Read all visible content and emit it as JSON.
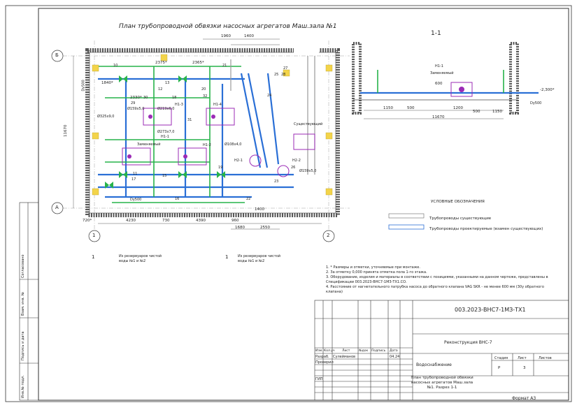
{
  "drawing": {
    "plan_title": "План трубопроводной обвязки насосных агрегатов Маш.зала №1",
    "section_title": "1-1",
    "axes": {
      "a": "А",
      "b": "Б",
      "one": "1",
      "two": "2"
    },
    "cut_marks": [
      "1",
      "1"
    ],
    "pumps": [
      "Н1-1",
      "Н1-2",
      "Н1-3",
      "Н1-4",
      "Н2-1",
      "Н2-2"
    ],
    "pump_replaced": "Заменяемый",
    "existing_label": "Существующий",
    "reservoir_note": "Из резервуаров чистой воды №1 и №2",
    "pipes": [
      "Ø325х9,0",
      "Ø219х6,0",
      "Ø159х5,0",
      "Ø273х7,0",
      "Ø108х4,0",
      "Dy500"
    ],
    "dims_top": [
      "1960",
      "1400",
      "1840*",
      "2375*",
      "2365*",
      "2330*"
    ],
    "dims_bottom": [
      "720*",
      "4230",
      "730",
      "4390",
      "960",
      "1680",
      "2550",
      "1400"
    ],
    "dim_left": "11670",
    "section_dims": [
      "1150",
      "500",
      "1200",
      "500",
      "1150",
      "11670",
      "600",
      "-2,300*",
      "Dy500"
    ],
    "positions": [
      "10",
      "11",
      "12",
      "13",
      "15",
      "16",
      "17",
      "18",
      "19",
      "20",
      "21",
      "22",
      "23",
      "24",
      "25",
      "26",
      "27",
      "28",
      "29",
      "30",
      "31",
      "32"
    ]
  },
  "legend": {
    "title": "УСЛОВНЫЕ ОБОЗНАЧЕНИЯ",
    "existing": "Трубопроводы существующие",
    "designed": "Трубопроводы проектируемые (взамен существующих)"
  },
  "notes": [
    "1. * Размеры и отметки, уточняемые при монтаже.",
    "2. За отметку 0,000 принята отметка пола 1-го этажа.",
    "3. Оборудование, изделия и материалы в соответствии с позициями, указанными на данном чертеже, представлены в Спецификации 003.2023-ВНС7-1МЗ-ТХ1.СО.",
    "4. Расстояние от нагнетательного патрубка насоса до обратного клапана VAG SKR - не менее 600 мм (30у обратного клапана)"
  ],
  "title_block": {
    "code": "003.2023-ВНС7-1МЗ-ТХ1",
    "project": "Реконструкция ВНС-7",
    "department": "Водоснабжение",
    "sheet_name": "План трубопроводной обвязки насосных агрегатов Маш.зала №1. Разрез 1-1",
    "col_izm": "Изм.",
    "col_koluch": "Кол.уч",
    "col_list": "Лист",
    "col_ndok": "№док",
    "col_podpis": "Подпись",
    "col_data": "Дата",
    "row_razrab": "Разраб.",
    "row_razrab_name": "Сулейманов",
    "row_razrab_date": "04.24",
    "row_proveril": "Проверил",
    "row_gip": "ГИП",
    "stage_label": "Стадия",
    "sheet_label": "Лист",
    "sheets_label": "Листов",
    "stage": "Р",
    "sheet": "3",
    "format": "Формат А3"
  },
  "side_stamp": {
    "agreed": "Согласовано",
    "inv_replace": "Взам. инв. №",
    "sign_date": "Подпись и дата",
    "inv_orig": "Инв.№ подл."
  }
}
